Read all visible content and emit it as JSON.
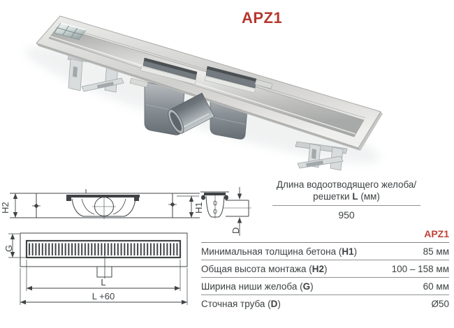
{
  "title": "APZ1",
  "colors": {
    "accent_red": "#b5372e",
    "text": "#3d4143",
    "rule_line": "#8d9193",
    "drawing_line": "#3f4345"
  },
  "length_table": {
    "header_line1": "Длина водоотводящего желоба/",
    "header_line2_prefix": "решетки ",
    "header_line2_bold": "L",
    "header_line2_suffix": " (мм)",
    "value": "950"
  },
  "spec_table": {
    "column_header": "APZ1",
    "rows": [
      {
        "label_prefix": "Минимальная толщина бетона (",
        "label_bold": "H1",
        "label_suffix": ")",
        "value": "85 мм"
      },
      {
        "label_prefix": "Общая высота монтажа (",
        "label_bold": "H2",
        "label_suffix": ")",
        "value": "100 – 158 мм"
      },
      {
        "label_prefix": "Ширина ниши желоба (",
        "label_bold": "G",
        "label_suffix": ")",
        "value": "60 мм"
      },
      {
        "label_prefix": "Сточная труба (",
        "label_bold": "D",
        "label_suffix": ")",
        "value": "Ø50"
      }
    ]
  },
  "drawings": {
    "h2": "H2",
    "h1": "H1",
    "d": "D",
    "g": "G",
    "l": "L",
    "l_plus": "L +60"
  }
}
